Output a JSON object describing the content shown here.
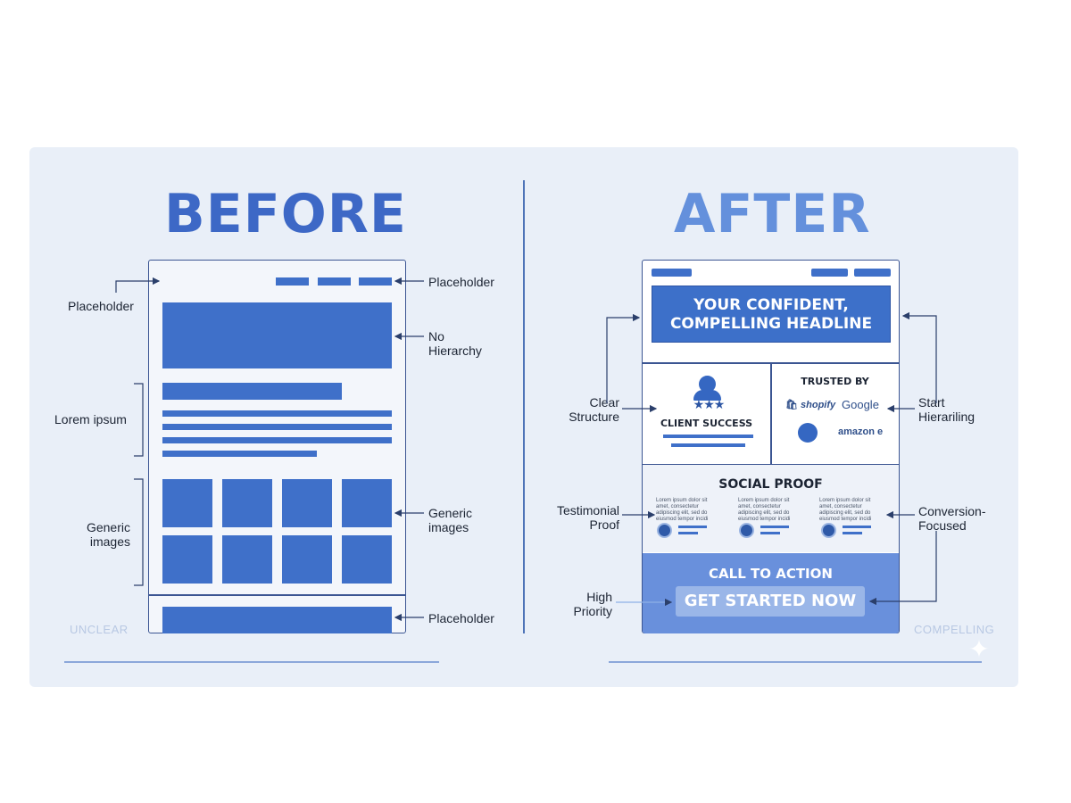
{
  "titles": {
    "before": "BEFORE",
    "after": "AFTER"
  },
  "before": {
    "annotations": {
      "placeholder_left": "Placeholder",
      "placeholder_top_right": "Placeholder",
      "no_hierarchy": "No\nHierarchy",
      "lorem": "Lorem ipsum",
      "generic_left": "Generic\nimages",
      "generic_right": "Generic\nimages",
      "placeholder_bottom": "Placeholder"
    },
    "footer_label": "UNCLEAR"
  },
  "after": {
    "headline": "YOUR CONFIDENT,\nCOMPELLING HEADLINE",
    "client_success": "CLIENT SUCCESS",
    "trusted_by": "TRUSTED BY",
    "logos": {
      "shopify": "shopify",
      "google": "Google",
      "amazon": "amazon"
    },
    "social_proof": "SOCIAL PROOF",
    "testimonial_text": "Lorem ipsum dolor sit amet, consectetur adipiscing elit, sed do eiusmod tempor incidi",
    "testimonial_text_2": "Lorem ipsum dolor sit amet, consectetur adipiscing elit, sed do eiusmod tempor incidi",
    "testimonial_text_3": "Lorem ipsum dolor sit amet, consectetur adipiscing elit, sed do eiusmod tempor incidi",
    "call_to_action": "CALL TO ACTION",
    "cta_button": "GET STARTED NOW",
    "annotations": {
      "clear_structure": "Clear\nStructure",
      "start_hierarchy": "Start\nHierariling",
      "testimonial_proof": "Testimonial\nProof",
      "conversion_focused": "Conversion-\nFocused",
      "high_priority": "High\nPriority"
    },
    "footer_label": "COMPELLING"
  },
  "colors": {
    "primary": "#3f70c9",
    "accent": "#6990dc",
    "background": "#e9eff8",
    "outline": "#3b5592"
  }
}
